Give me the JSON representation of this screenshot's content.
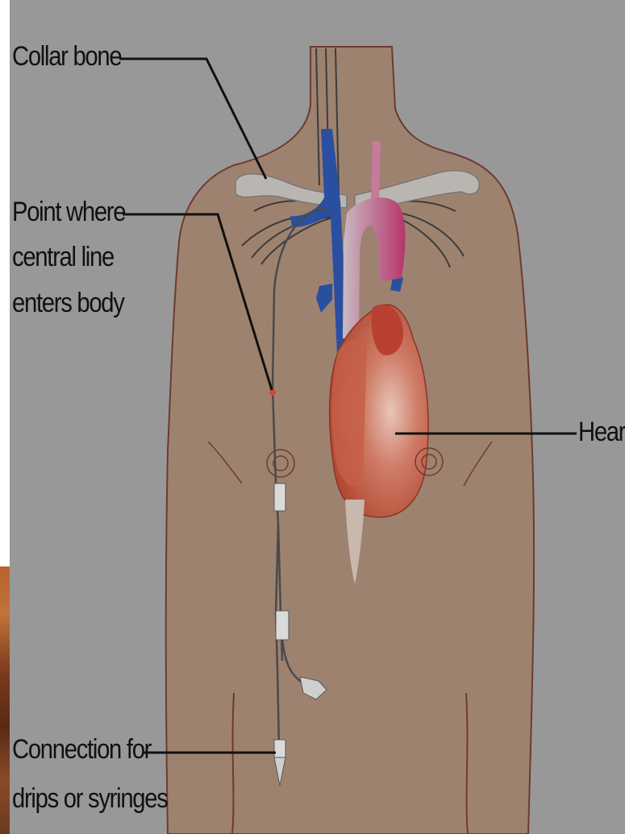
{
  "labels": {
    "collar_bone": "Collar bone",
    "entry_point": [
      "Point where",
      "central line",
      "enters body"
    ],
    "heart": "Heart",
    "connection": [
      "Connection for",
      "drips or syringes"
    ]
  },
  "colors": {
    "background": "#999898",
    "skin": "#9e8270",
    "outline": "#6e3a30",
    "bone": "#b9b6b2",
    "vein": "#2a4fa0",
    "artery": "#b5356b",
    "heart": "#c2503a"
  }
}
